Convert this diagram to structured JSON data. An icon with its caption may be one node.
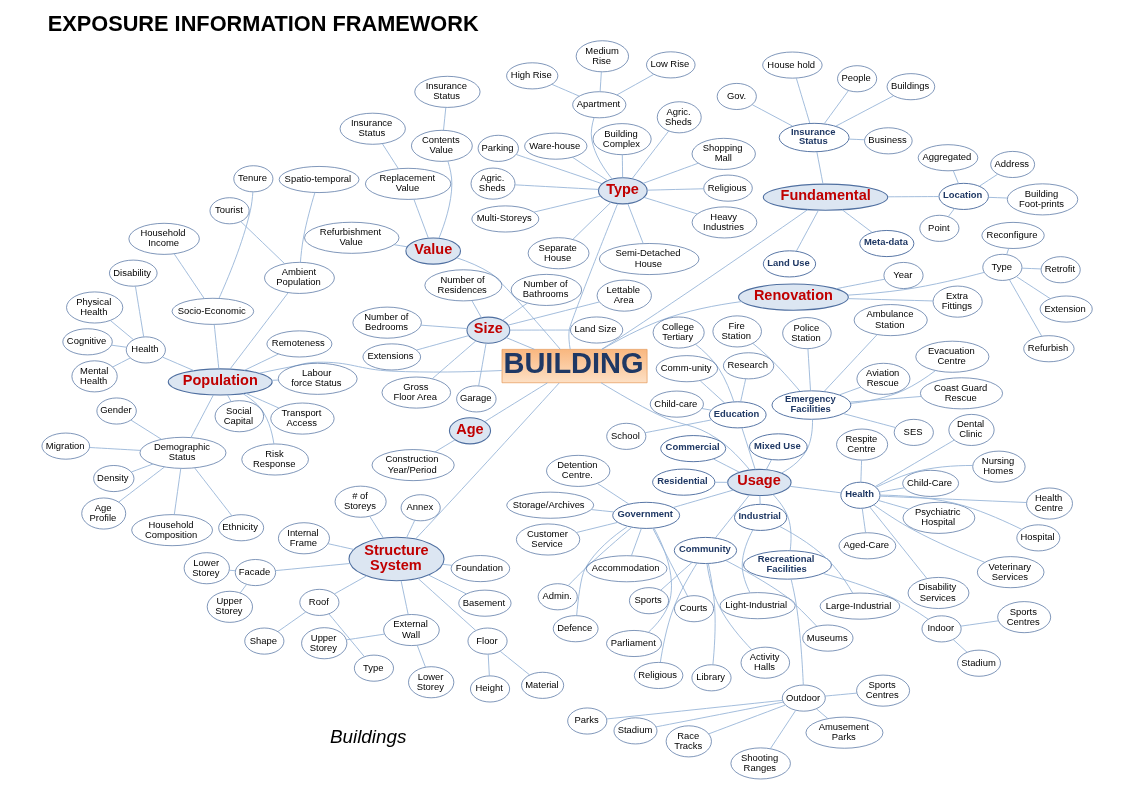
{
  "diagram": {
    "title": "EXPOSURE INFORMATION FRAMEWORK",
    "nodes": [
      {
        "text": [
          "BUILDING"
        ]
      },
      {
        "text": [
          "Value"
        ]
      },
      {
        "text": [
          "Insurance Status"
        ]
      },
      {
        "text": [
          "Contents Value"
        ]
      },
      {
        "text": [
          "Refurbishment Value"
        ]
      },
      {
        "text": [
          "Replacement Value"
        ]
      },
      {
        "text": [
          "Insurance Status"
        ]
      },
      {
        "text": [
          "Renovation"
        ]
      },
      {
        "text": [
          "Type"
        ]
      },
      {
        "text": [
          "Retrofit"
        ]
      },
      {
        "text": [
          "Extension"
        ]
      },
      {
        "text": [
          "Reconfigure"
        ]
      },
      {
        "text": [
          "Refurbish"
        ]
      },
      {
        "text": [
          "Extra Fittings"
        ]
      },
      {
        "text": [
          "Year"
        ]
      },
      {
        "text": [
          "Population"
        ]
      },
      {
        "text": [
          "Health"
        ]
      },
      {
        "text": [
          "Cognitive"
        ]
      },
      {
        "text": [
          "Mental Health"
        ]
      },
      {
        "text": [
          "Disability"
        ]
      },
      {
        "text": [
          "Physical Health"
        ]
      },
      {
        "text": [
          "Socio-Economic"
        ]
      },
      {
        "text": [
          "Household Income"
        ]
      },
      {
        "text": [
          "Tenure"
        ]
      },
      {
        "text": [
          "Demographic Status"
        ]
      },
      {
        "text": [
          "Age Profile"
        ]
      },
      {
        "text": [
          "Household Composition"
        ]
      },
      {
        "text": [
          "Density"
        ]
      },
      {
        "text": [
          "Migration"
        ]
      },
      {
        "text": [
          "Gender"
        ]
      },
      {
        "text": [
          "Ethnicity"
        ]
      },
      {
        "text": [
          "Risk Response"
        ]
      },
      {
        "text": [
          "Remoteness"
        ]
      },
      {
        "text": [
          "Labour force Status"
        ]
      },
      {
        "text": [
          "Ambient Population"
        ]
      },
      {
        "text": [
          "Spatio-temporal"
        ]
      },
      {
        "text": [
          "Tourist"
        ]
      },
      {
        "text": [
          "Transport Access"
        ]
      },
      {
        "text": [
          "Social Capital"
        ]
      },
      {
        "text": [
          "Size"
        ]
      },
      {
        "text": [
          "Gross Floor Area"
        ]
      },
      {
        "text": [
          "Lettable Area"
        ]
      },
      {
        "text": [
          "Number of Residences"
        ]
      },
      {
        "text": [
          "Extensions"
        ]
      },
      {
        "text": [
          "Number of Bathrooms"
        ]
      },
      {
        "text": [
          "Number of Bedrooms"
        ]
      },
      {
        "text": [
          "Land Size"
        ]
      },
      {
        "text": [
          "Garage"
        ]
      },
      {
        "text": [
          "Structure System"
        ]
      },
      {
        "text": [
          "Internal Frame"
        ]
      },
      {
        "text": [
          "Foundation"
        ]
      },
      {
        "text": [
          "Annex"
        ]
      },
      {
        "text": [
          "Basement"
        ]
      },
      {
        "text": [
          "Floor"
        ]
      },
      {
        "text": [
          "Material"
        ]
      },
      {
        "text": [
          "Height"
        ]
      },
      {
        "text": [
          "# of Storeys"
        ]
      },
      {
        "text": [
          "Facade"
        ]
      },
      {
        "text": [
          "Upper Storey"
        ]
      },
      {
        "text": [
          "Lower Storey"
        ]
      },
      {
        "text": [
          "External Wall"
        ]
      },
      {
        "text": [
          "Lower Storey"
        ]
      },
      {
        "text": [
          "Upper Storey"
        ]
      },
      {
        "text": [
          "Roof"
        ]
      },
      {
        "text": [
          "Type"
        ]
      },
      {
        "text": [
          "Shape"
        ]
      },
      {
        "text": [
          "Type"
        ]
      },
      {
        "text": [
          "Ware-house"
        ]
      },
      {
        "text": [
          "Agric. Sheds"
        ]
      },
      {
        "text": [
          "Agric. Sheds"
        ]
      },
      {
        "text": [
          "Heavy Industries"
        ]
      },
      {
        "text": [
          "Parking"
        ]
      },
      {
        "text": [
          "Religious"
        ]
      },
      {
        "text": [
          "Building Complex"
        ]
      },
      {
        "text": [
          "Shopping Mall"
        ]
      },
      {
        "text": [
          "Multi-Storeys"
        ]
      },
      {
        "text": [
          "Apartment"
        ]
      },
      {
        "text": [
          "Low Rise"
        ]
      },
      {
        "text": [
          "Medium Rise"
        ]
      },
      {
        "text": [
          "High Rise"
        ]
      },
      {
        "text": [
          "Separate House"
        ]
      },
      {
        "text": [
          "Semi-Detached House"
        ]
      },
      {
        "text": [
          "Age"
        ]
      },
      {
        "text": [
          "Construction Year/Period"
        ]
      },
      {
        "text": [
          "Usage"
        ]
      },
      {
        "text": [
          "Government"
        ]
      },
      {
        "text": [
          "Storage/Archives"
        ]
      },
      {
        "text": [
          "Customer Service"
        ]
      },
      {
        "text": [
          "Admin."
        ]
      },
      {
        "text": [
          "Courts"
        ]
      },
      {
        "text": [
          "Defence"
        ]
      },
      {
        "text": [
          "Accommodation"
        ]
      },
      {
        "text": [
          "Detention Centre."
        ]
      },
      {
        "text": [
          "Parliament"
        ]
      },
      {
        "text": [
          "Recreational Facilities"
        ]
      },
      {
        "text": [
          "Outdoor"
        ]
      },
      {
        "text": [
          "Stadium"
        ]
      },
      {
        "text": [
          "Sports Centres"
        ]
      },
      {
        "text": [
          "Parks"
        ]
      },
      {
        "text": [
          "Race Tracks"
        ]
      },
      {
        "text": [
          "Shooting Ranges"
        ]
      },
      {
        "text": [
          "Amusement Parks"
        ]
      },
      {
        "text": [
          "Indoor"
        ]
      },
      {
        "text": [
          "Stadium"
        ]
      },
      {
        "text": [
          "Sports Centres"
        ]
      },
      {
        "text": [
          "Emergency Facilities"
        ]
      },
      {
        "text": [
          "SES"
        ]
      },
      {
        "text": [
          "Evacuation Centre"
        ]
      },
      {
        "text": [
          "Coast Guard Rescue"
        ]
      },
      {
        "text": [
          "Aviation Rescue"
        ]
      },
      {
        "text": [
          "Police Station"
        ]
      },
      {
        "text": [
          "Ambulance Station"
        ]
      },
      {
        "text": [
          "Fire Station"
        ]
      },
      {
        "text": [
          "Residential"
        ]
      },
      {
        "text": [
          "Commercial"
        ]
      },
      {
        "text": [
          "Mixed Use"
        ]
      },
      {
        "text": [
          "Industrial"
        ]
      },
      {
        "text": [
          "Light-Industrial"
        ]
      },
      {
        "text": [
          "Large-Industrial"
        ]
      },
      {
        "text": [
          "Education"
        ]
      },
      {
        "text": [
          "Child-care"
        ]
      },
      {
        "text": [
          "School"
        ]
      },
      {
        "text": [
          "College Tertiary"
        ]
      },
      {
        "text": [
          "Comm-unity"
        ]
      },
      {
        "text": [
          "Research"
        ]
      },
      {
        "text": [
          "Community"
        ]
      },
      {
        "text": [
          "Religious"
        ]
      },
      {
        "text": [
          "Sports"
        ]
      },
      {
        "text": [
          "Museums"
        ]
      },
      {
        "text": [
          "Library"
        ]
      },
      {
        "text": [
          "Activity Halls"
        ]
      },
      {
        "text": [
          "Health"
        ]
      },
      {
        "text": [
          "Health Centre"
        ]
      },
      {
        "text": [
          "Veterinary Services"
        ]
      },
      {
        "text": [
          "Disability Services"
        ]
      },
      {
        "text": [
          "Dental Clinic"
        ]
      },
      {
        "text": [
          "Aged-Care"
        ]
      },
      {
        "text": [
          "Child-Care"
        ]
      },
      {
        "text": [
          "Psychiatric Hospital"
        ]
      },
      {
        "text": [
          "Respite Centre"
        ]
      },
      {
        "text": [
          "Nursing Homes"
        ]
      },
      {
        "text": [
          "Hospital"
        ]
      },
      {
        "text": [
          "Fundamental"
        ]
      },
      {
        "text": [
          "Location"
        ]
      },
      {
        "text": [
          "Aggregated"
        ]
      },
      {
        "text": [
          "Point"
        ]
      },
      {
        "text": [
          "Building Foot-prints"
        ]
      },
      {
        "text": [
          "Address"
        ]
      },
      {
        "text": [
          "Insurance Status"
        ]
      },
      {
        "text": [
          "Buildings"
        ]
      },
      {
        "text": [
          "House hold"
        ]
      },
      {
        "text": [
          "People"
        ]
      },
      {
        "text": [
          "Business"
        ]
      },
      {
        "text": [
          "Gov."
        ]
      },
      {
        "text": [
          "Land Use"
        ]
      },
      {
        "text": [
          "Meta-data"
        ]
      }
    ],
    "edges": [
      {
        "from": 0,
        "to": 1,
        "arrow": "none"
      },
      {
        "from": 3,
        "to": 2,
        "arrow": "none"
      },
      {
        "from": 1,
        "to": 3,
        "arrow": "none"
      },
      {
        "from": 1,
        "to": 4,
        "arrow": "none"
      },
      {
        "from": 1,
        "to": 5,
        "arrow": "none"
      },
      {
        "from": 5,
        "to": 6,
        "arrow": "none"
      },
      {
        "from": 0,
        "to": 7,
        "arrow": "none"
      },
      {
        "from": 7,
        "to": 8,
        "arrow": "none"
      },
      {
        "from": 8,
        "to": 9,
        "arrow": "none"
      },
      {
        "from": 8,
        "to": 10,
        "arrow": "none"
      },
      {
        "from": 8,
        "to": 11,
        "arrow": "none"
      },
      {
        "from": 8,
        "to": 12,
        "arrow": "none"
      },
      {
        "from": 7,
        "to": 13,
        "arrow": "none"
      },
      {
        "from": 7,
        "to": 14,
        "arrow": "none"
      },
      {
        "from": 0,
        "to": 15,
        "arrow": "none"
      },
      {
        "from": 15,
        "to": 16,
        "arrow": "none"
      },
      {
        "from": 16,
        "to": 17,
        "arrow": "none"
      },
      {
        "from": 16,
        "to": 18,
        "arrow": "none"
      },
      {
        "from": 16,
        "to": 19,
        "arrow": "none"
      },
      {
        "from": 16,
        "to": 20,
        "arrow": "none"
      },
      {
        "from": 15,
        "to": 21,
        "arrow": "none"
      },
      {
        "from": 21,
        "to": 22,
        "arrow": "none"
      },
      {
        "from": 21,
        "to": 23,
        "arrow": "none"
      },
      {
        "from": 15,
        "to": 24,
        "arrow": "none"
      },
      {
        "from": 24,
        "to": 25,
        "arrow": "none"
      },
      {
        "from": 24,
        "to": 26,
        "arrow": "none"
      },
      {
        "from": 24,
        "to": 27,
        "arrow": "none"
      },
      {
        "from": 24,
        "to": 28,
        "arrow": "none"
      },
      {
        "from": 24,
        "to": 29,
        "arrow": "none"
      },
      {
        "from": 24,
        "to": 30,
        "arrow": "none"
      },
      {
        "from": 15,
        "to": 31,
        "arrow": "none"
      },
      {
        "from": 15,
        "to": 32,
        "arrow": "none"
      },
      {
        "from": 15,
        "to": 33,
        "arrow": "none"
      },
      {
        "from": 15,
        "to": 34,
        "arrow": "none"
      },
      {
        "from": 34,
        "to": 35,
        "arrow": "none"
      },
      {
        "from": 34,
        "to": 36,
        "arrow": "none"
      },
      {
        "from": 15,
        "to": 37,
        "arrow": "none"
      },
      {
        "from": 15,
        "to": 38,
        "arrow": "none"
      },
      {
        "from": 0,
        "to": 39,
        "arrow": "none"
      },
      {
        "from": 39,
        "to": 40,
        "arrow": "none"
      },
      {
        "from": 39,
        "to": 41,
        "arrow": "none"
      },
      {
        "from": 39,
        "to": 42,
        "arrow": "none"
      },
      {
        "from": 39,
        "to": 43,
        "arrow": "none"
      },
      {
        "from": 39,
        "to": 44,
        "arrow": "none"
      },
      {
        "from": 39,
        "to": 45,
        "arrow": "none"
      },
      {
        "from": 39,
        "to": 46,
        "arrow": "none"
      },
      {
        "from": 39,
        "to": 47,
        "arrow": "none"
      },
      {
        "from": 0,
        "to": 48,
        "arrow": "none"
      },
      {
        "from": 48,
        "to": 49,
        "arrow": "none"
      },
      {
        "from": 48,
        "to": 50,
        "arrow": "none"
      },
      {
        "from": 48,
        "to": 51,
        "arrow": "none"
      },
      {
        "from": 48,
        "to": 52,
        "arrow": "none"
      },
      {
        "from": 48,
        "to": 53,
        "arrow": "none"
      },
      {
        "from": 53,
        "to": 54,
        "arrow": "none"
      },
      {
        "from": 53,
        "to": 55,
        "arrow": "none"
      },
      {
        "from": 48,
        "to": 56,
        "arrow": "none"
      },
      {
        "from": 48,
        "to": 57,
        "arrow": "none"
      },
      {
        "from": 57,
        "to": 58,
        "arrow": "none"
      },
      {
        "from": 57,
        "to": 59,
        "arrow": "none"
      },
      {
        "from": 48,
        "to": 60,
        "arrow": "none"
      },
      {
        "from": 60,
        "to": 61,
        "arrow": "none"
      },
      {
        "from": 60,
        "to": 62,
        "arrow": "none"
      },
      {
        "from": 48,
        "to": 63,
        "arrow": "none"
      },
      {
        "from": 63,
        "to": 64,
        "arrow": "none"
      },
      {
        "from": 63,
        "to": 65,
        "arrow": "none"
      },
      {
        "from": 0,
        "to": 66,
        "arrow": "none"
      },
      {
        "from": 66,
        "to": 67,
        "arrow": "none"
      },
      {
        "from": 66,
        "to": 68,
        "arrow": "none"
      },
      {
        "from": 66,
        "to": 69,
        "arrow": "none"
      },
      {
        "from": 66,
        "to": 70,
        "arrow": "none"
      },
      {
        "from": 66,
        "to": 71,
        "arrow": "none"
      },
      {
        "from": 66,
        "to": 72,
        "arrow": "none"
      },
      {
        "from": 66,
        "to": 73,
        "arrow": "none"
      },
      {
        "from": 66,
        "to": 74,
        "arrow": "none"
      },
      {
        "from": 66,
        "to": 75,
        "arrow": "none"
      },
      {
        "from": 66,
        "to": 76,
        "arrow": "none"
      },
      {
        "from": 76,
        "to": 77,
        "arrow": "none"
      },
      {
        "from": 76,
        "to": 78,
        "arrow": "none"
      },
      {
        "from": 76,
        "to": 79,
        "arrow": "none"
      },
      {
        "from": 66,
        "to": 80,
        "arrow": "none"
      },
      {
        "from": 66,
        "to": 81,
        "arrow": "none"
      },
      {
        "from": 0,
        "to": 82,
        "arrow": "none"
      },
      {
        "from": 82,
        "to": 83,
        "arrow": "none"
      },
      {
        "from": 0,
        "to": 84,
        "arrow": "none"
      },
      {
        "from": 84,
        "to": 85,
        "arrow": "none"
      },
      {
        "from": 85,
        "to": 86,
        "arrow": "none"
      },
      {
        "from": 85,
        "to": 87,
        "arrow": "none"
      },
      {
        "from": 85,
        "to": 88,
        "arrow": "none"
      },
      {
        "from": 85,
        "to": 89,
        "arrow": "none"
      },
      {
        "from": 85,
        "to": 90,
        "arrow": "none"
      },
      {
        "from": 85,
        "to": 91,
        "arrow": "none"
      },
      {
        "from": 85,
        "to": 92,
        "arrow": "none"
      },
      {
        "from": 85,
        "to": 93,
        "arrow": "none"
      },
      {
        "from": 84,
        "to": 94,
        "arrow": "none"
      },
      {
        "from": 94,
        "to": 95,
        "arrow": "none"
      },
      {
        "from": 95,
        "to": 96,
        "arrow": "none"
      },
      {
        "from": 95,
        "to": 97,
        "arrow": "none"
      },
      {
        "from": 95,
        "to": 98,
        "arrow": "none"
      },
      {
        "from": 95,
        "to": 99,
        "arrow": "none"
      },
      {
        "from": 95,
        "to": 100,
        "arrow": "none"
      },
      {
        "from": 95,
        "to": 101,
        "arrow": "none"
      },
      {
        "from": 94,
        "to": 102,
        "arrow": "none"
      },
      {
        "from": 102,
        "to": 103,
        "arrow": "none"
      },
      {
        "from": 102,
        "to": 104,
        "arrow": "none"
      },
      {
        "from": 84,
        "to": 105,
        "arrow": "none"
      },
      {
        "from": 105,
        "to": 106,
        "arrow": "none"
      },
      {
        "from": 105,
        "to": 107,
        "arrow": "none"
      },
      {
        "from": 105,
        "to": 108,
        "arrow": "none"
      },
      {
        "from": 105,
        "to": 109,
        "arrow": "none"
      },
      {
        "from": 105,
        "to": 110,
        "arrow": "none"
      },
      {
        "from": 105,
        "to": 111,
        "arrow": "none"
      },
      {
        "from": 105,
        "to": 112,
        "arrow": "none"
      },
      {
        "from": 84,
        "to": 113,
        "arrow": "none"
      },
      {
        "from": 84,
        "to": 114,
        "arrow": "none"
      },
      {
        "from": 84,
        "to": 115,
        "arrow": "none"
      },
      {
        "from": 84,
        "to": 116,
        "arrow": "none"
      },
      {
        "from": 116,
        "to": 117,
        "arrow": "none"
      },
      {
        "from": 116,
        "to": 118,
        "arrow": "none"
      },
      {
        "from": 84,
        "to": 119,
        "arrow": "none"
      },
      {
        "from": 119,
        "to": 120,
        "arrow": "none"
      },
      {
        "from": 119,
        "to": 121,
        "arrow": "none"
      },
      {
        "from": 119,
        "to": 122,
        "arrow": "none"
      },
      {
        "from": 119,
        "to": 123,
        "arrow": "none"
      },
      {
        "from": 119,
        "to": 124,
        "arrow": "none"
      },
      {
        "from": 84,
        "to": 125,
        "arrow": "none"
      },
      {
        "from": 125,
        "to": 126,
        "arrow": "none"
      },
      {
        "from": 125,
        "to": 127,
        "arrow": "none"
      },
      {
        "from": 125,
        "to": 128,
        "arrow": "none"
      },
      {
        "from": 125,
        "to": 129,
        "arrow": "none"
      },
      {
        "from": 125,
        "to": 130,
        "arrow": "none"
      },
      {
        "from": 84,
        "to": 131,
        "arrow": "none"
      },
      {
        "from": 131,
        "to": 132,
        "arrow": "none"
      },
      {
        "from": 131,
        "to": 133,
        "arrow": "none"
      },
      {
        "from": 131,
        "to": 134,
        "arrow": "none"
      },
      {
        "from": 131,
        "to": 135,
        "arrow": "none"
      },
      {
        "from": 131,
        "to": 136,
        "arrow": "none"
      },
      {
        "from": 131,
        "to": 137,
        "arrow": "none"
      },
      {
        "from": 131,
        "to": 138,
        "arrow": "none"
      },
      {
        "from": 131,
        "to": 139,
        "arrow": "none"
      },
      {
        "from": 131,
        "to": 140,
        "arrow": "none"
      },
      {
        "from": 131,
        "to": 141,
        "arrow": "none"
      },
      {
        "from": 0,
        "to": 142,
        "arrow": "none"
      },
      {
        "from": 142,
        "to": 143,
        "arrow": "none"
      },
      {
        "from": 143,
        "to": 144,
        "arrow": "none"
      },
      {
        "from": 143,
        "to": 145,
        "arrow": "none"
      },
      {
        "from": 143,
        "to": 146,
        "arrow": "none"
      },
      {
        "from": 143,
        "to": 147,
        "arrow": "none"
      },
      {
        "from": 142,
        "to": 148,
        "arrow": "none"
      },
      {
        "from": 148,
        "to": 149,
        "arrow": "none"
      },
      {
        "from": 148,
        "to": 150,
        "arrow": "none"
      },
      {
        "from": 148,
        "to": 151,
        "arrow": "none"
      },
      {
        "from": 148,
        "to": 152,
        "arrow": "none"
      },
      {
        "from": 148,
        "to": 153,
        "arrow": "none"
      },
      {
        "from": 142,
        "to": 154,
        "arrow": "none"
      },
      {
        "from": 142,
        "to": 155,
        "arrow": "none"
      }
    ],
    "labels": [
      "Buildings"
    ]
  }
}
